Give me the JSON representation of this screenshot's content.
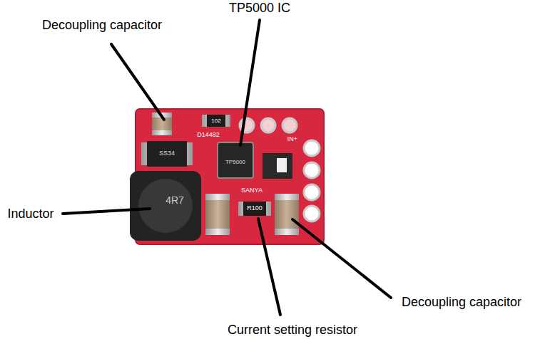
{
  "diagram": {
    "labels": [
      "Decoupling capacitor",
      "TP5000 IC",
      "Inductor",
      "Current setting resistor",
      "Decoupling capacitor",
      "102",
      "D14482",
      "IN+",
      "SS34",
      "TP5000",
      "4R7",
      "SANYA",
      "R100"
    ]
  }
}
